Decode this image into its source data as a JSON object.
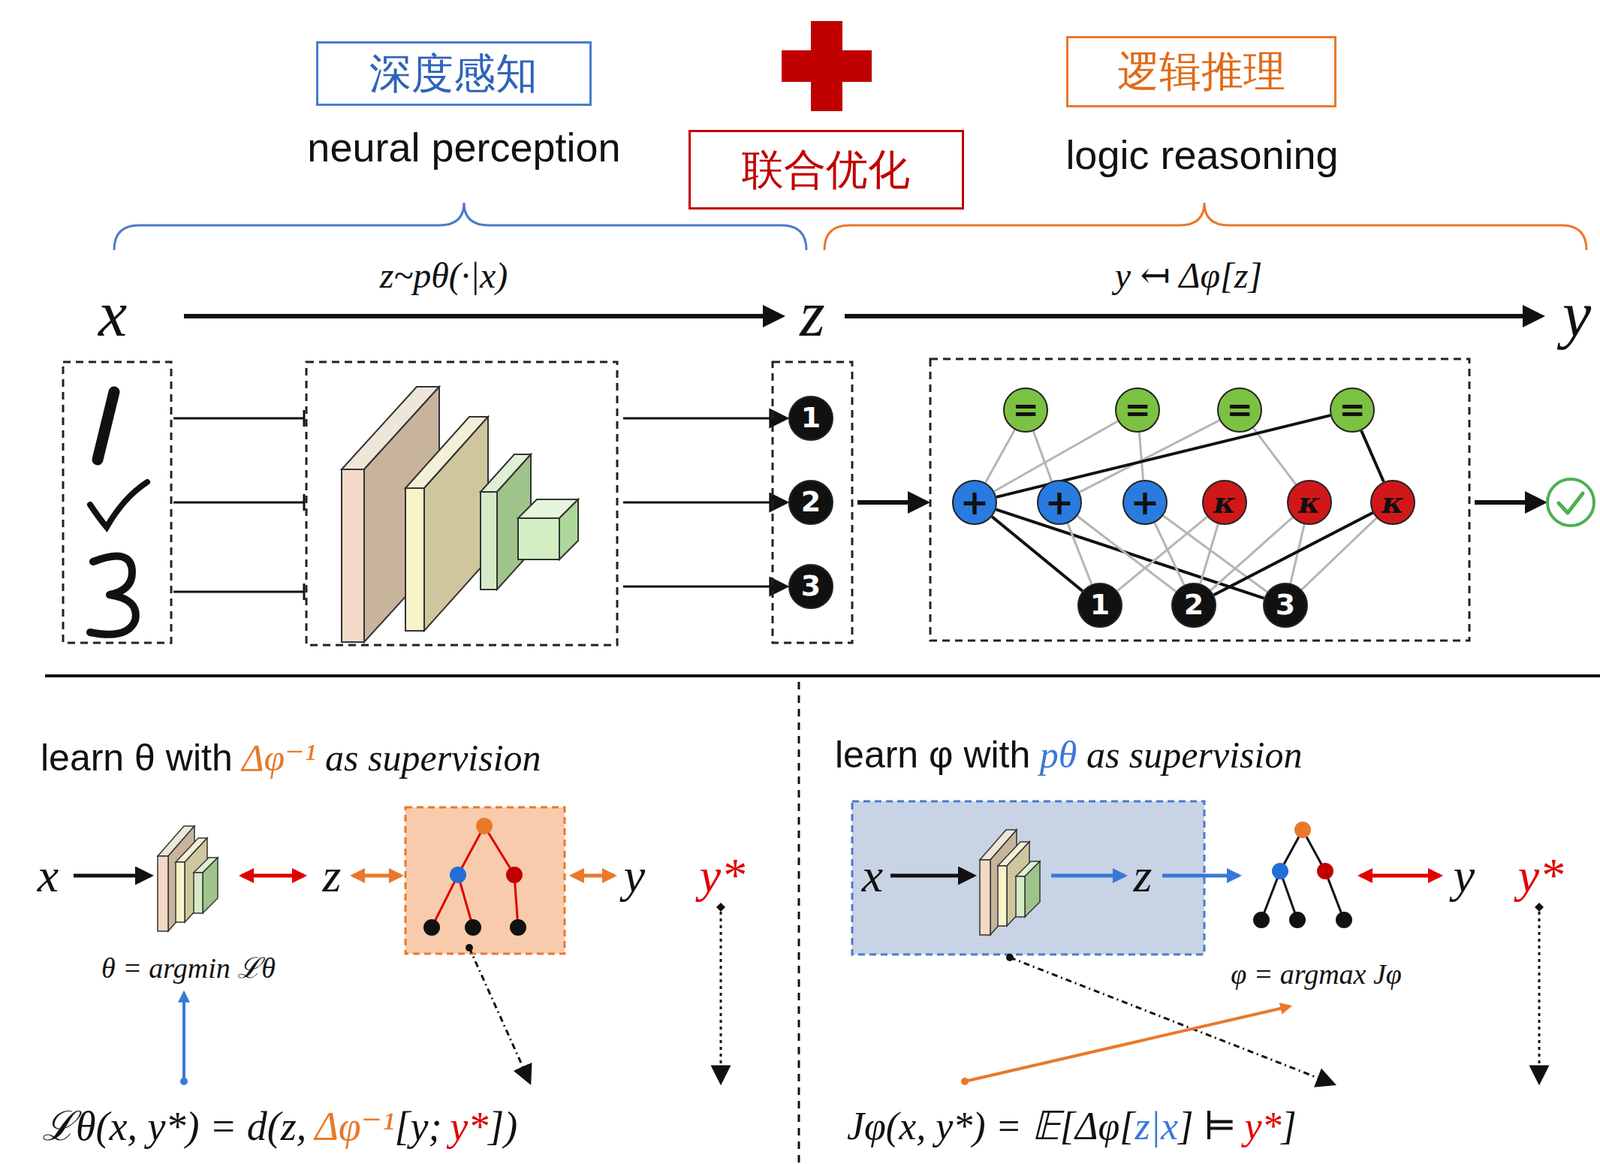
{
  "diagram": {
    "nodes": [
      {
        "text": [
          "深度感知"
        ]
      },
      {
        "text": [
          "联合优化"
        ]
      },
      {
        "text": [
          "逻辑推理"
        ]
      },
      {
        "text": [
          "1"
        ]
      },
      {
        "text": [
          "2"
        ]
      },
      {
        "text": [
          "3"
        ]
      },
      {
        "text": [
          "="
        ]
      },
      {
        "text": [
          "="
        ]
      },
      {
        "text": [
          "="
        ]
      },
      {
        "text": [
          "="
        ]
      },
      {
        "text": [
          "+"
        ]
      },
      {
        "text": [
          "+"
        ]
      },
      {
        "text": [
          "+"
        ]
      },
      {
        "text": [
          "κ"
        ]
      },
      {
        "text": [
          "κ"
        ]
      },
      {
        "text": [
          "κ"
        ]
      },
      {
        "text": [
          "1"
        ]
      },
      {
        "text": [
          "2"
        ]
      },
      {
        "text": [
          "3"
        ]
      }
    ],
    "edges": [
      {
        "from": 6,
        "to": 10,
        "arrow": "none"
      },
      {
        "from": 6,
        "to": 11,
        "arrow": "none"
      },
      {
        "from": 7,
        "to": 10,
        "arrow": "none"
      },
      {
        "from": 7,
        "to": 12,
        "arrow": "none"
      },
      {
        "from": 8,
        "to": 11,
        "arrow": "none"
      },
      {
        "from": 8,
        "to": 14,
        "arrow": "none"
      },
      {
        "from": 9,
        "to": 10,
        "arrow": "none"
      },
      {
        "from": 9,
        "to": 15,
        "arrow": "none"
      },
      {
        "from": 10,
        "to": 16,
        "arrow": "none"
      },
      {
        "from": 10,
        "to": 18,
        "arrow": "none"
      },
      {
        "from": 11,
        "to": 16,
        "arrow": "none"
      },
      {
        "from": 11,
        "to": 17,
        "arrow": "none"
      },
      {
        "from": 12,
        "to": 17,
        "arrow": "none"
      },
      {
        "from": 12,
        "to": 18,
        "arrow": "none"
      },
      {
        "from": 13,
        "to": 16,
        "arrow": "none"
      },
      {
        "from": 13,
        "to": 17,
        "arrow": "none"
      },
      {
        "from": 14,
        "to": 17,
        "arrow": "none"
      },
      {
        "from": 14,
        "to": 18,
        "arrow": "none"
      },
      {
        "from": 15,
        "to": 17,
        "arrow": "none"
      },
      {
        "from": 15,
        "to": 18,
        "arrow": "none"
      }
    ],
    "labels": [
      "neural perception",
      "logic reasoning",
      "x",
      "z~pθ(·|x)",
      "z",
      "y ↤ Δφ[z]",
      "y",
      "learn θ with",
      "Δφ⁻¹",
      "as supervision",
      "x",
      "z",
      "y",
      "y*",
      "θ = argmin ℒθ",
      "ℒθ(x, y*) = d(z,",
      "Δφ⁻¹",
      "[y;",
      "y*",
      "])",
      "learn φ with",
      "pθ",
      "as supervision",
      "x",
      "z",
      "y",
      "y*",
      "φ = argmax Jφ",
      "Jφ(x, y*) = 𝔼[Δφ[",
      "z|x",
      "] ⊨",
      "y*",
      "]"
    ]
  }
}
